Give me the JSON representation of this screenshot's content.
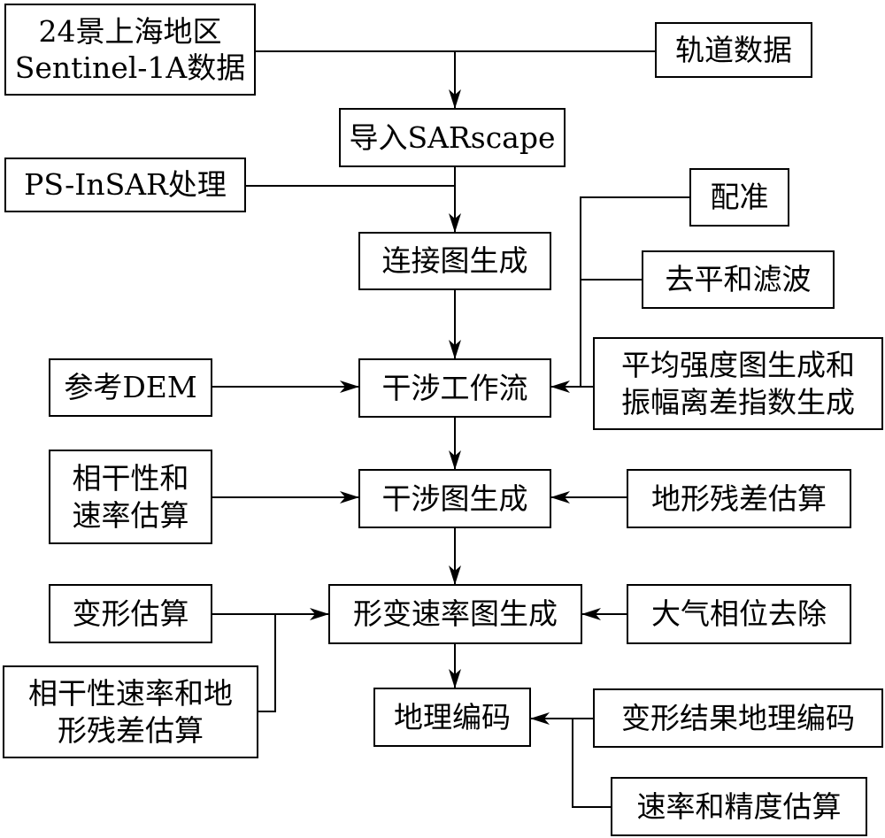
{
  "nodes": {
    "input_data": [
      "24景上海地区",
      "Sentinel-1A数据"
    ],
    "orbit_data": [
      "轨道数据"
    ],
    "import_sarscape": [
      "导入SARscape"
    ],
    "ps_insar": [
      "PS-InSAR处理"
    ],
    "connection_graph": [
      "连接图生成"
    ],
    "coregistration": [
      "配准"
    ],
    "flattening_filtering": [
      "去平和滤波"
    ],
    "mean_intensity": [
      "平均强度图生成和",
      "振幅离差指数生成"
    ],
    "reference_dem": [
      "参考DEM"
    ],
    "interferometric_workflow": [
      "干涉工作流"
    ],
    "coherence_velocity": [
      "相干性和",
      "速率估算"
    ],
    "interferogram_generation": [
      "干涉图生成"
    ],
    "topo_residual": [
      "地形残差估算"
    ],
    "deformation_estimation": [
      "变形估算"
    ],
    "deformation_velocity_map": [
      "形变速率图生成"
    ],
    "atmospheric_removal": [
      "大气相位去除"
    ],
    "coherence_velocity_topo": [
      "相干性速率和地",
      "形残差估算"
    ],
    "geocoding": [
      "地理编码"
    ],
    "deformation_geocoding": [
      "变形结果地理编码"
    ],
    "velocity_precision": [
      "速率和精度估算"
    ]
  }
}
